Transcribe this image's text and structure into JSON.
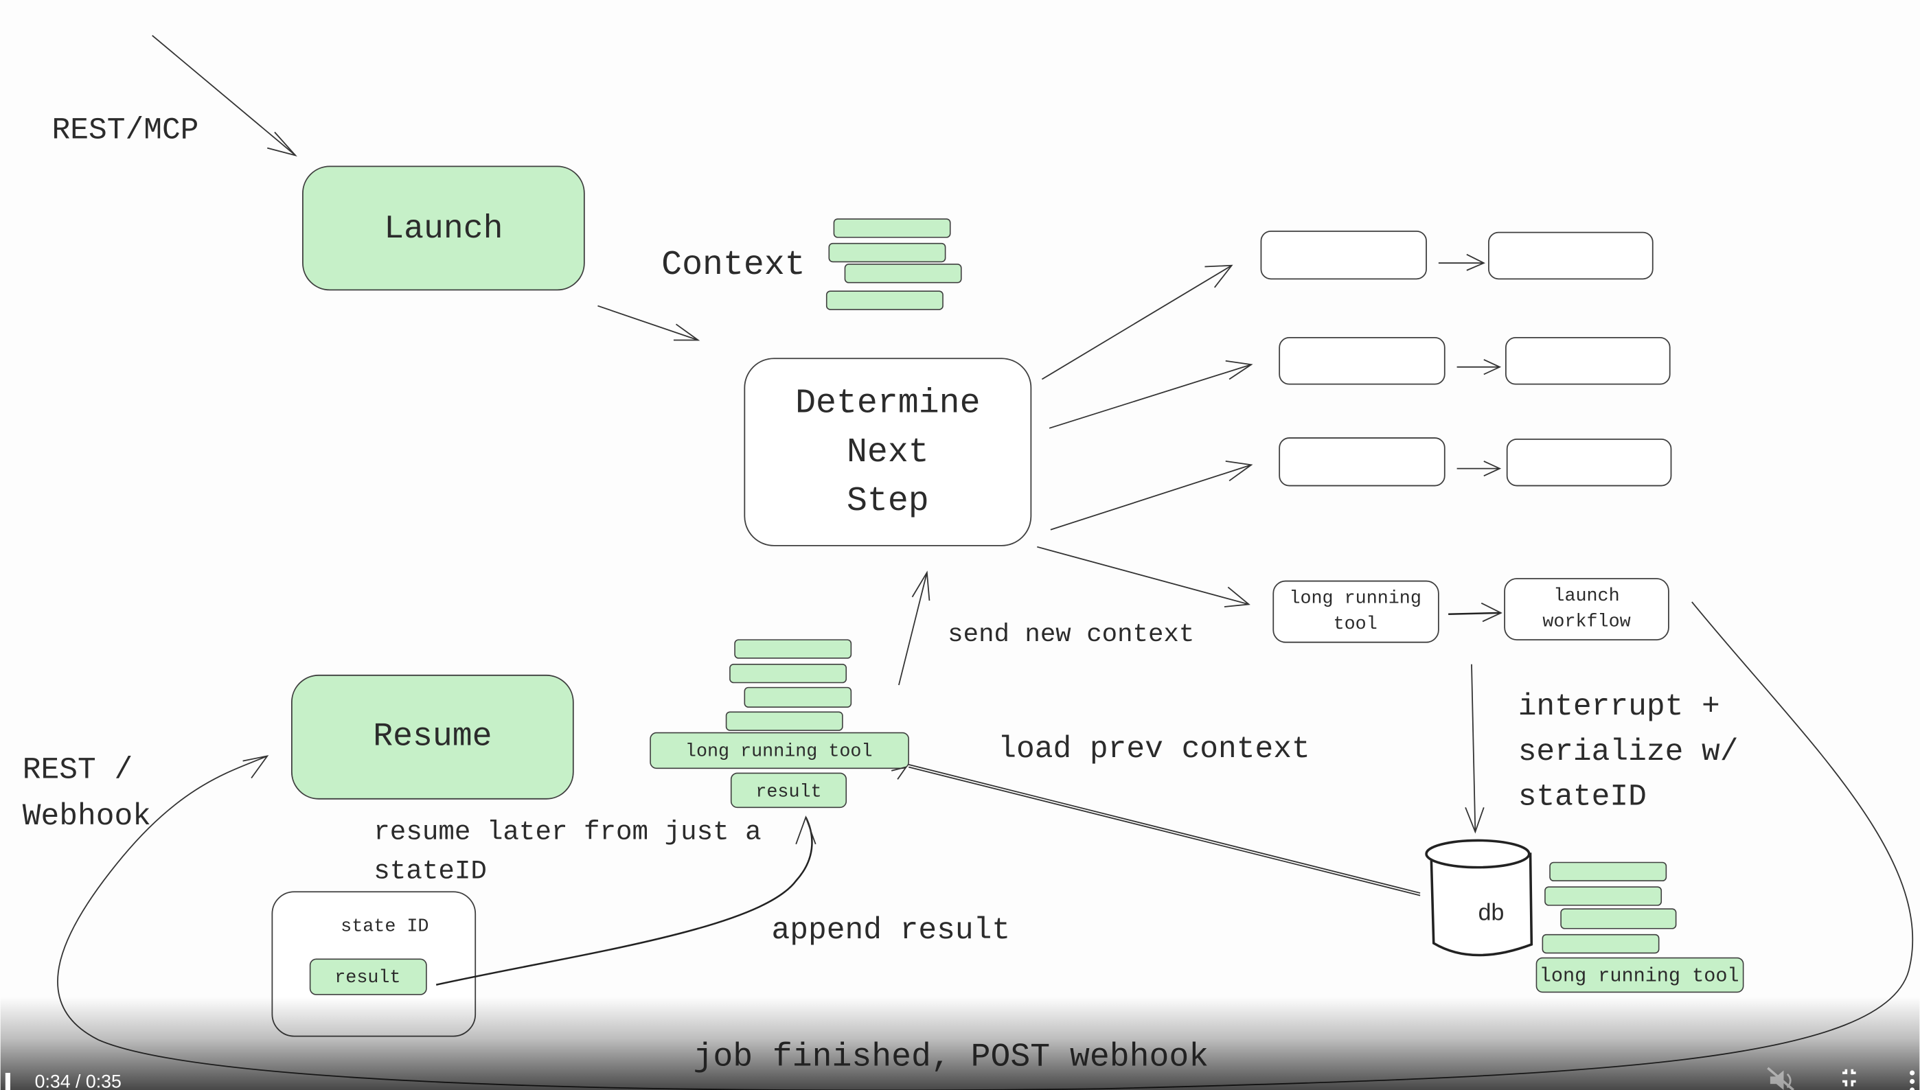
{
  "diagram": {
    "entry_launch_label": "REST/MCP",
    "entry_resume_label": [
      "REST /",
      "Webhook"
    ],
    "launch_node": "Launch",
    "resume_node": "Resume",
    "context_label": "Context",
    "determine_node": [
      "Determine",
      "Next",
      "Step"
    ],
    "branches": [
      {
        "first": "",
        "second": ""
      },
      {
        "first": "",
        "second": ""
      },
      {
        "first": "",
        "second": ""
      },
      {
        "first": [
          "long running",
          "tool"
        ],
        "second": [
          "launch",
          "workflow"
        ]
      }
    ],
    "send_new_context_label": "send new context",
    "load_prev_context_label": "load prev context",
    "resume_stack": {
      "tool_chip": "long running tool",
      "result_chip": "result"
    },
    "resume_note": [
      "resume later from just a",
      "stateID"
    ],
    "state_card": {
      "title": "state ID",
      "result_chip": "result"
    },
    "append_result_label": "append result",
    "interrupt_label": [
      "interrupt +",
      "serialize w/",
      "stateID"
    ],
    "db_label": "db",
    "db_stack": {
      "tool_chip": "long running tool"
    },
    "job_finished_label": "job finished, POST webhook"
  },
  "video_controls": {
    "time_current": "0:34",
    "time_total": "0:35",
    "time_display": "0:34 / 0:35",
    "progress_fraction": 0.97,
    "muted": true
  },
  "colors": {
    "node_green": "#c6f0c8",
    "stroke": "#3f3f3f"
  }
}
